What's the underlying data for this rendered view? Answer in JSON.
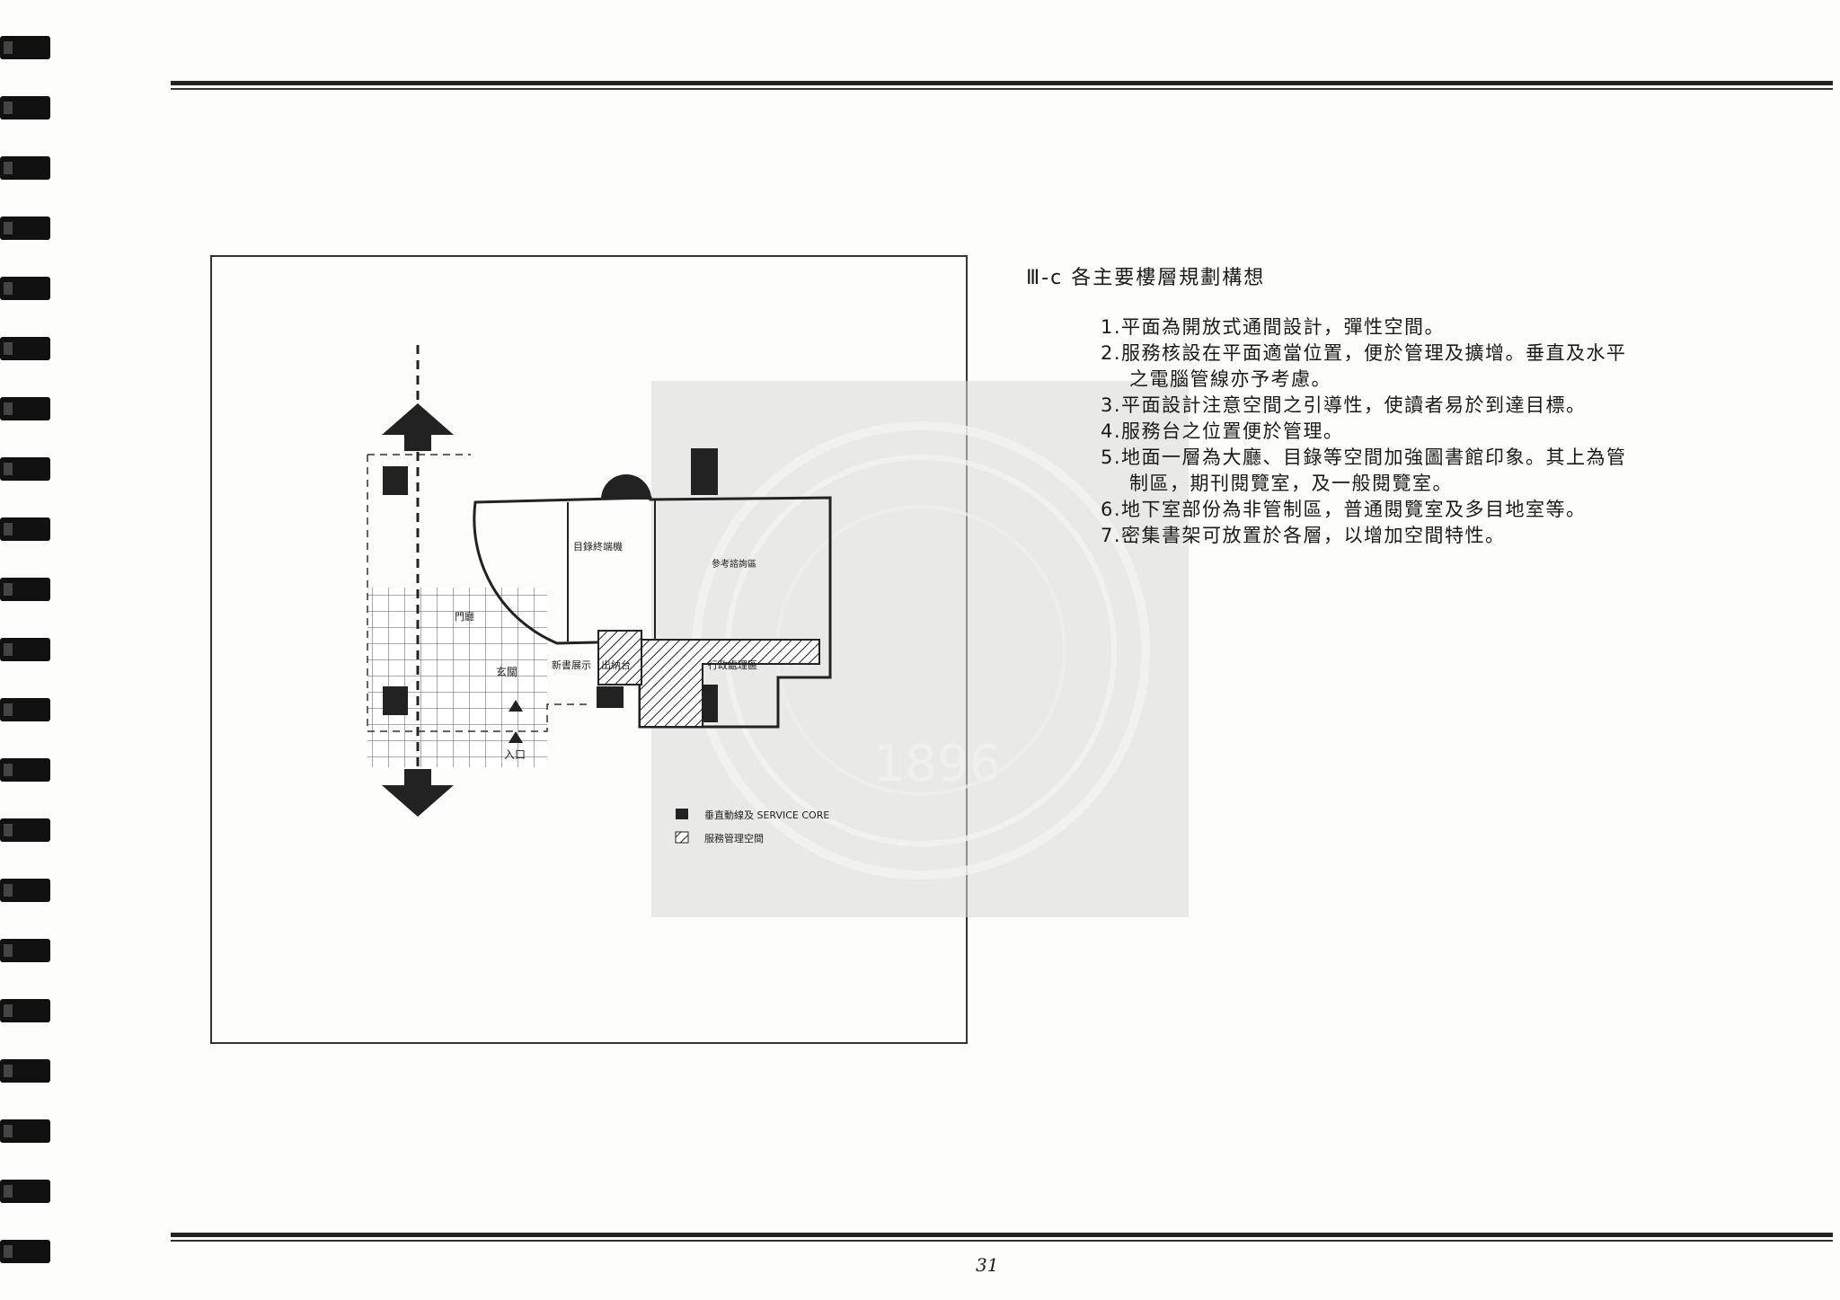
{
  "section": {
    "heading": "Ⅲ-c 各主要樓層規劃構想",
    "items": [
      {
        "lines": [
          "1.平面為開放式通間設計，彈性空間。"
        ]
      },
      {
        "lines": [
          "2.服務核設在平面適當位置，便於管理及擴增。垂直及水平",
          "之電腦管線亦予考慮。"
        ]
      },
      {
        "lines": [
          "3.平面設計注意空間之引導性，使讀者易於到達目標。"
        ]
      },
      {
        "lines": [
          "4.服務台之位置便於管理。"
        ]
      },
      {
        "lines": [
          "5.地面一層為大廳、目錄等空間加強圖書館印象。其上為管",
          "制區，期刊閱覽室，及一般閱覽室。"
        ]
      },
      {
        "lines": [
          "6.地下室部份為非管制區，普通閱覽室及多目地室等。"
        ]
      },
      {
        "lines": [
          "7.密集書架可放置於各層，以增加空間特性。"
        ]
      }
    ]
  },
  "plan": {
    "labels": {
      "catalog": "目錄終端機",
      "hall": "門廳",
      "vestibule": "玄關",
      "new_books": "新書展示",
      "circulation": "出納台",
      "reference": "參考諮詢區",
      "admin": "行政處理區",
      "entrance": "入口"
    },
    "legend": [
      {
        "symbol": "solid",
        "label": "垂直動線及 SERVICE CORE"
      },
      {
        "symbol": "hatched",
        "label": "服務管理空間"
      }
    ]
  },
  "watermark": {
    "year": "1896"
  },
  "footer": {
    "page_number": "31"
  }
}
